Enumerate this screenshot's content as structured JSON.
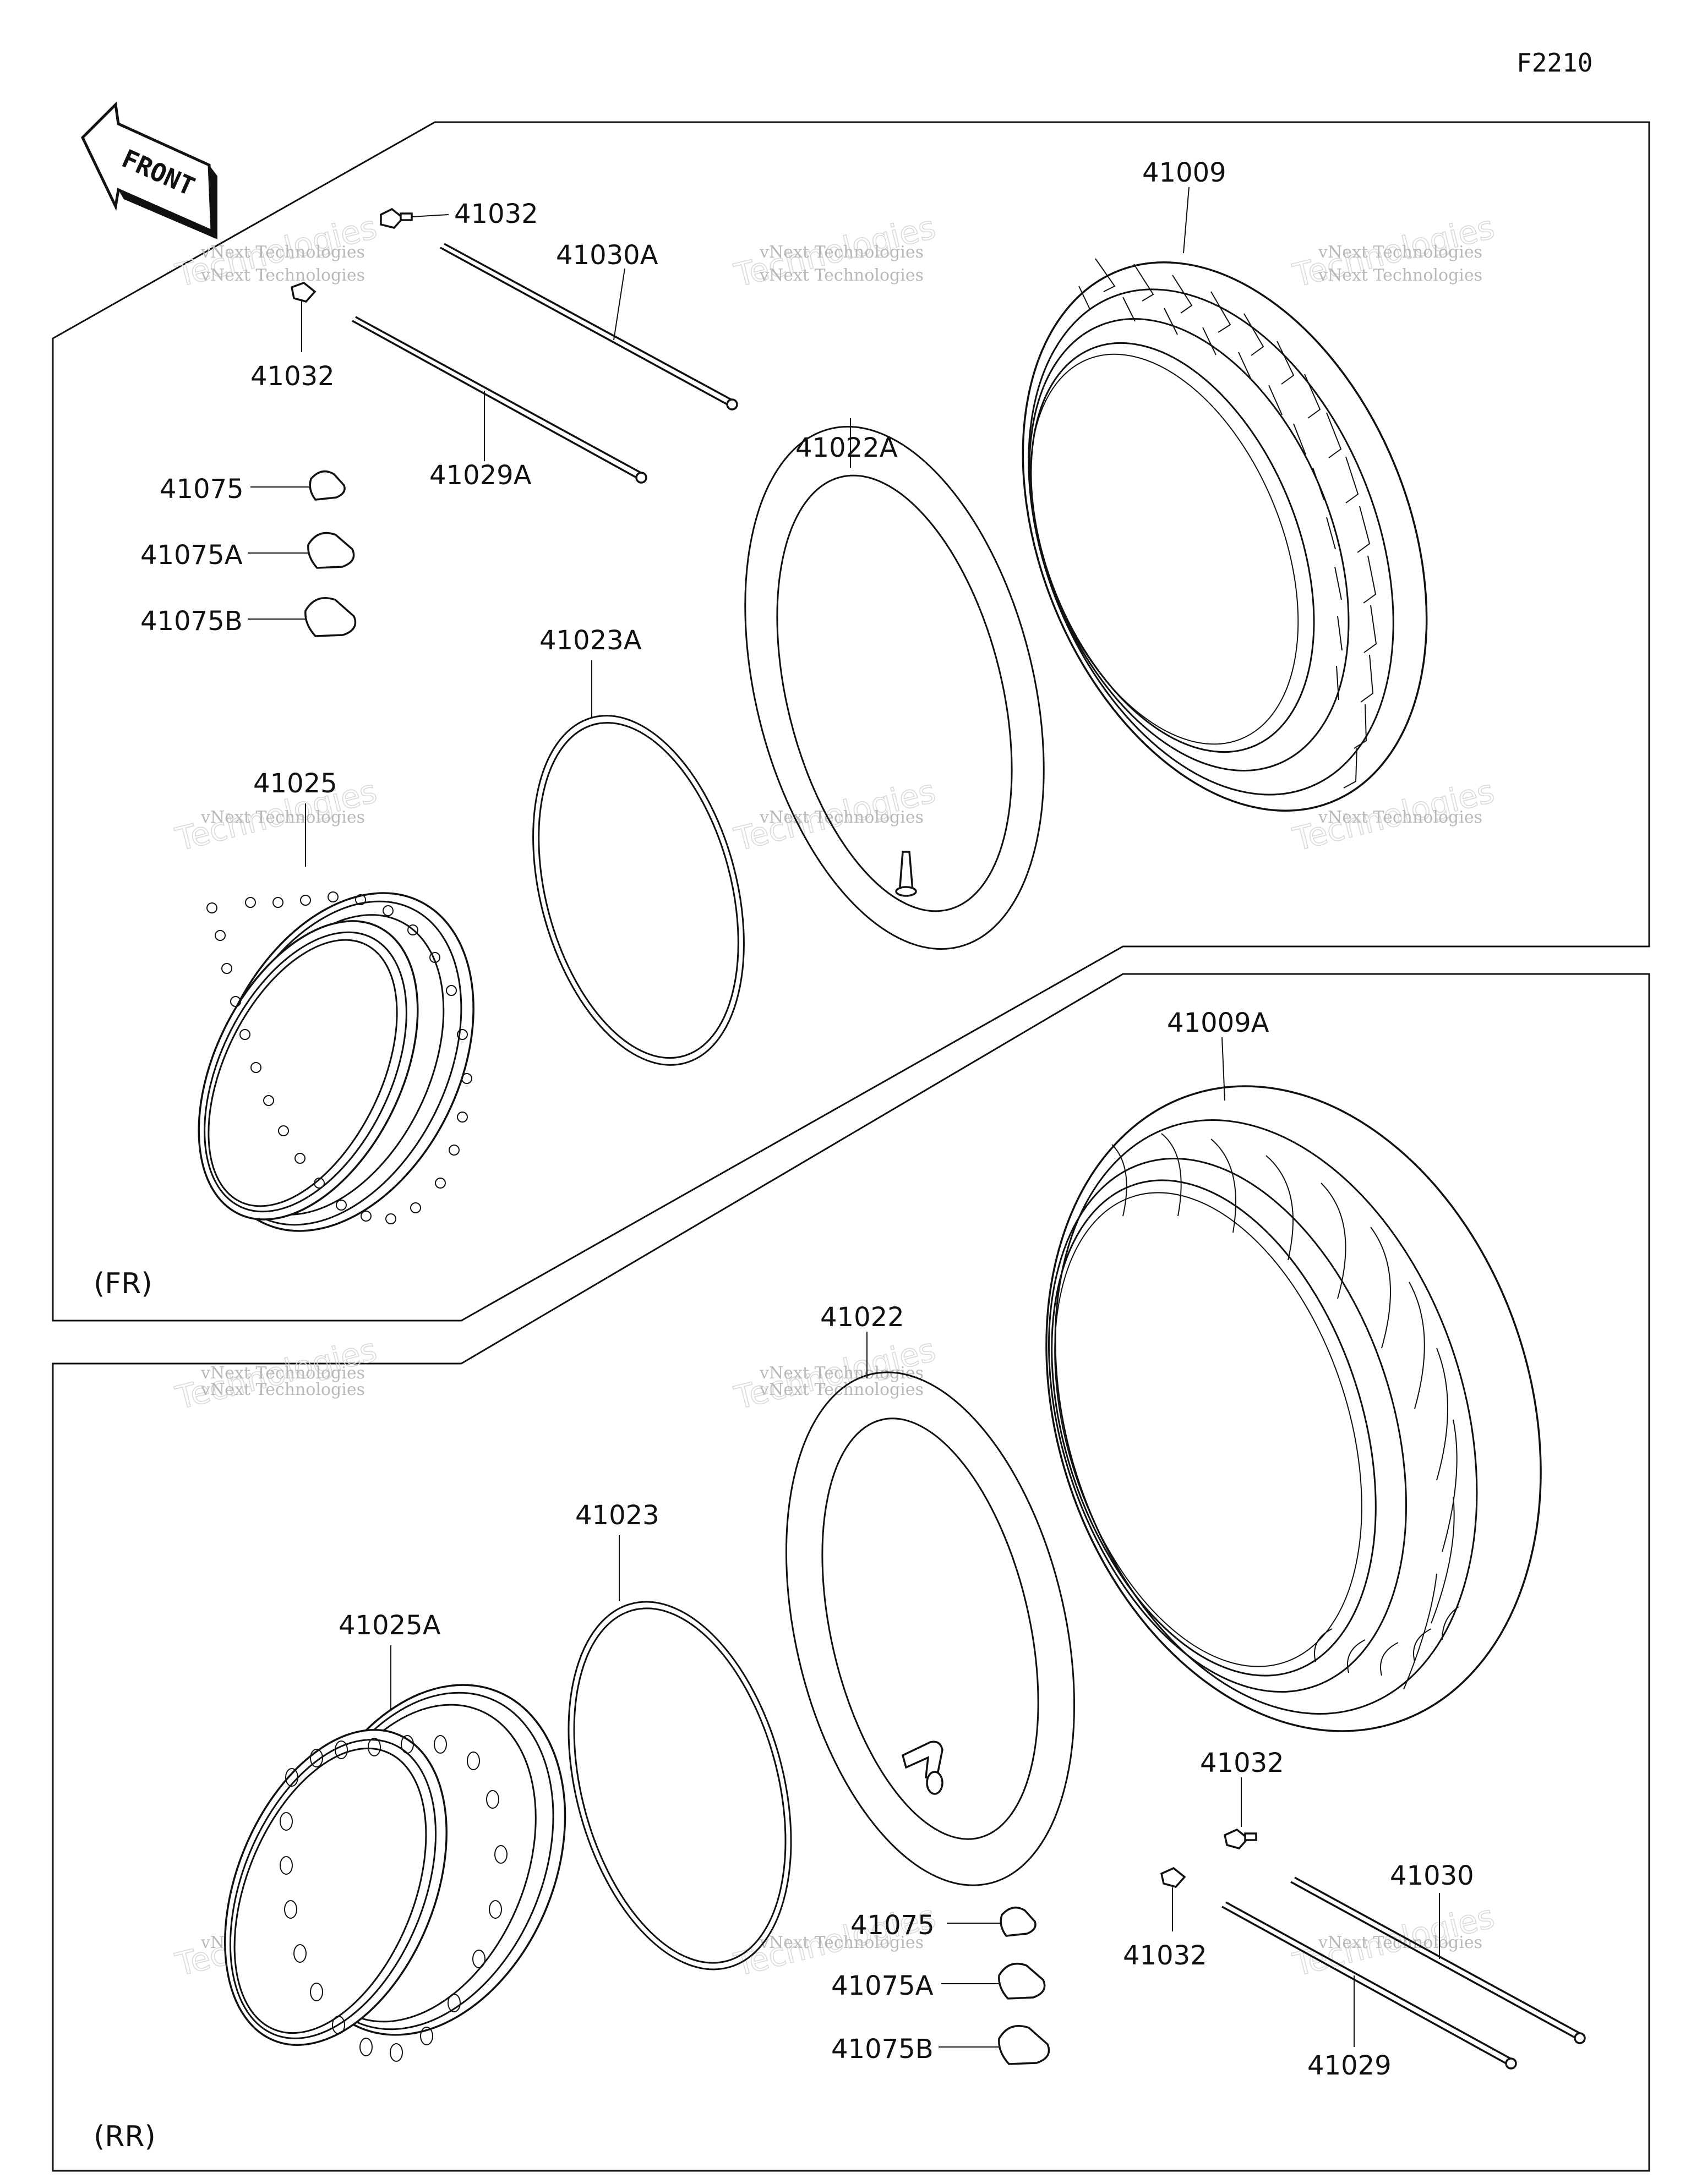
{
  "figure_code": "F2210",
  "front_label": "FRONT",
  "sections": {
    "front": "(FR)",
    "rear": "(RR)"
  },
  "watermark": {
    "line1": "vNext Technologies",
    "line2": "Technologies"
  },
  "front_parts": {
    "valve_cap_top": "41032",
    "valve_cap_left": "41032",
    "rod_upper": "41030A",
    "rod_lower": "41029A",
    "weight_1": "41075",
    "weight_2": "41075A",
    "weight_3": "41075B",
    "tire": "41009",
    "tube": "41022A",
    "rim_band": "41023A",
    "rim": "41025"
  },
  "rear_parts": {
    "tire": "41009A",
    "tube": "41022",
    "rim_band": "41023",
    "rim": "41025A",
    "valve_cap_right": "41032",
    "valve_cap_left": "41032",
    "rod_upper": "41030",
    "rod_lower": "41029",
    "weight_1": "41075",
    "weight_2": "41075A",
    "weight_3": "41075B"
  }
}
